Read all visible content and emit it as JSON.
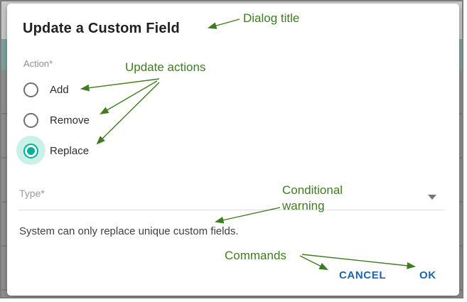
{
  "dialog": {
    "title": "Update a Custom Field",
    "action_group": {
      "label": "Action*",
      "options": [
        {
          "label": "Add",
          "selected": false
        },
        {
          "label": "Remove",
          "selected": false
        },
        {
          "label": "Replace",
          "selected": true
        }
      ]
    },
    "type_field": {
      "label": "Type*",
      "value": ""
    },
    "warning": "System can only replace unique custom fields.",
    "buttons": {
      "cancel": "CANCEL",
      "ok": "OK"
    }
  },
  "annotations": {
    "dialog_title": "Dialog title",
    "update_actions": "Update actions",
    "conditional_warning": "Conditional warning",
    "commands": "Commands"
  },
  "colors": {
    "accent_teal": "#00b295",
    "radio_halo": "#c9f1e7",
    "annotation_green": "#3e7c1f",
    "button_blue": "#1667b1",
    "backdrop_gray": "#8f8f8f"
  }
}
